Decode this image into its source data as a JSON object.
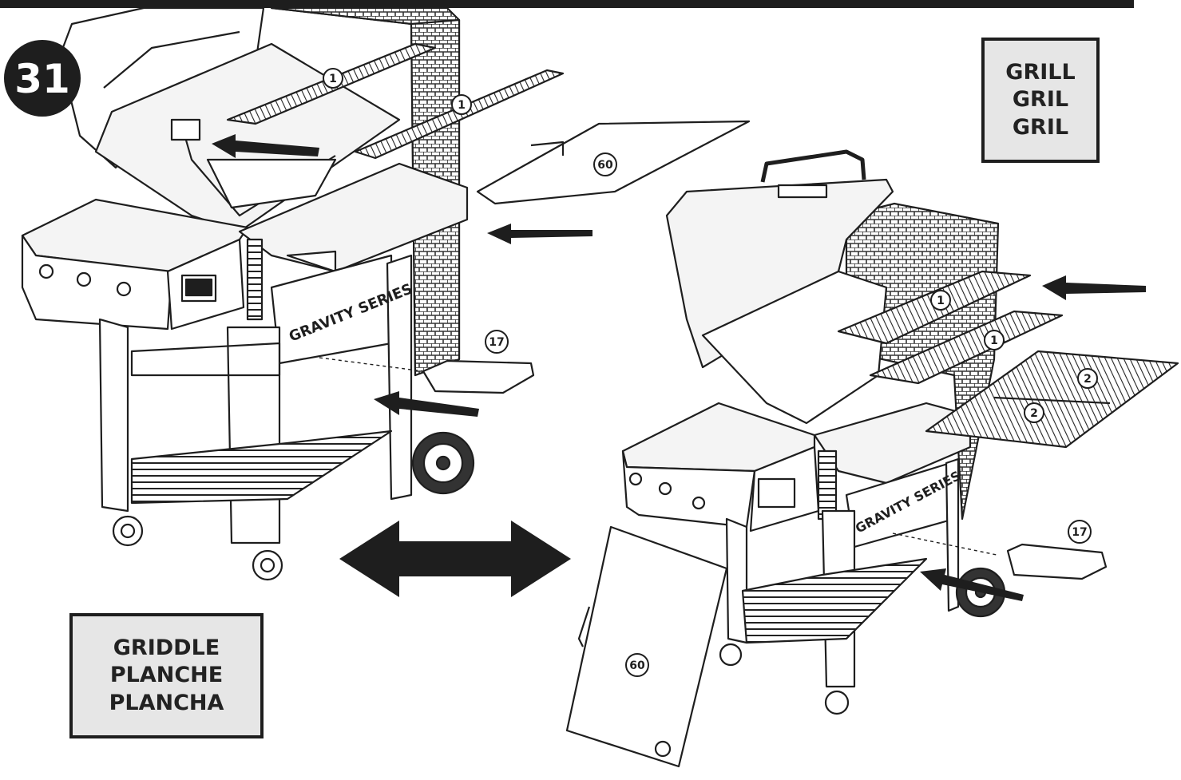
{
  "step": {
    "number": "31"
  },
  "grill_box": {
    "lines": [
      "GRILL",
      "GRIL",
      "GRIL"
    ]
  },
  "griddle_box": {
    "lines": [
      "GRIDDLE",
      "PLANCHE",
      "PLANCHA"
    ]
  },
  "brand_text": {
    "left": "GRAVITY SERIES",
    "right": "GRAVITY SERIES"
  },
  "parts": {
    "grate_upper": "1",
    "grate_lower": "2",
    "griddle_plate": "60",
    "grease_tray": "17"
  },
  "colors": {
    "ink": "#1e1e1e",
    "label_fill": "#e6e6e6",
    "metal": "#f4f4f4"
  }
}
